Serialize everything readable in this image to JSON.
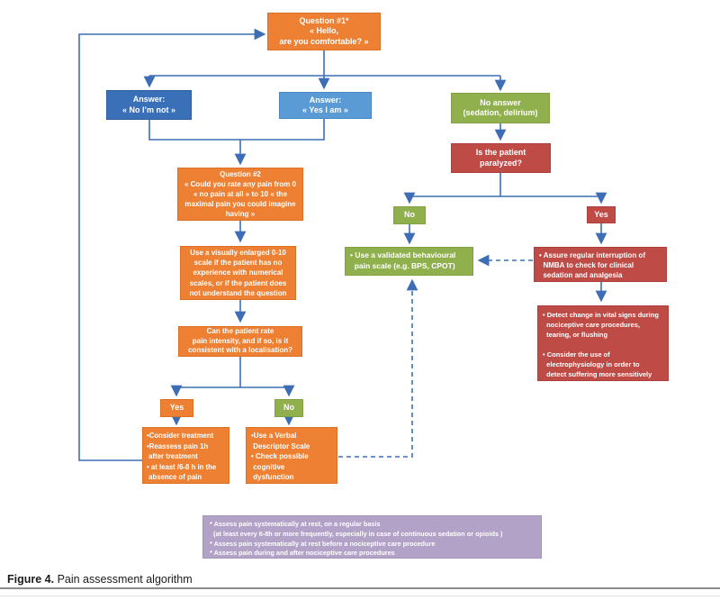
{
  "figure": {
    "caption_prefix": "Figure 4.",
    "caption_text": " Pain assessment algorithm"
  },
  "colors": {
    "orange": "#ED8033",
    "dark_blue": "#3A70B8",
    "light_blue": "#5B9BD5",
    "green": "#90B04E",
    "red": "#BF4B47",
    "purple": "#B3A2C7",
    "connector_blue": "#3D6EB5"
  },
  "nodes": {
    "question1": "Question #1*\n« Hello,\nare you comfortable? »",
    "answer_no": "Answer:\n« No I’m not »",
    "answer_yes": "Answer:\n« Yes I am »",
    "no_answer": "No answer\n(sedation, delirium)",
    "paralyzed": "Is the patient\nparalyzed?",
    "paralyzed_no": "No",
    "paralyzed_yes": "Yes",
    "behavioural_scale": "• Use a validated behavioural\n  pain scale (e.g. BPS, CPOT)",
    "nmba": "• Assure regular interruption of\n  NMBA to check for clinical\n  sedation and analgesia",
    "detect": "• Detect change in vital signs during\n  nociceptive care procedures,\n  tearing, or flushing\n\n• Consider the use of\n  electrophysiology in order to\n  detect suffering more sensitively",
    "question2": "Question #2\n« Could you rate any pain from 0\n« no pain at all » to 10 « the\nmaximal pain you could imagine\nhaving »",
    "enlarged_scale": "Use a visually enlarged 0-10\nscale if the patient has no\nexperience with numerical\nscales, or if the patient does\nnot understand the question",
    "can_rate": "Can the patient rate\npain intensity, and if so, is it\nconsistent with a localisation?",
    "rate_yes": "Yes",
    "rate_no": "No",
    "consider_treatment": "•Consider treatment\n•Reassess pain 1h\n after treatment\n• at least /6-8 h in the\n absence of pain",
    "verbal_descriptor": "•Use a Verbal\n Descriptor Scale\n• Check possible\n cognitive\n dysfunction",
    "footnote": "* Assess pain systematically at rest, on a regular basis\n  (at least every 6-8h or more frequently, especially in case of continuous sedation or opioids )\n* Assess pain systematically at rest before a nociceptive care procedure\n* Assess pain during and after nociceptive care procedures"
  }
}
